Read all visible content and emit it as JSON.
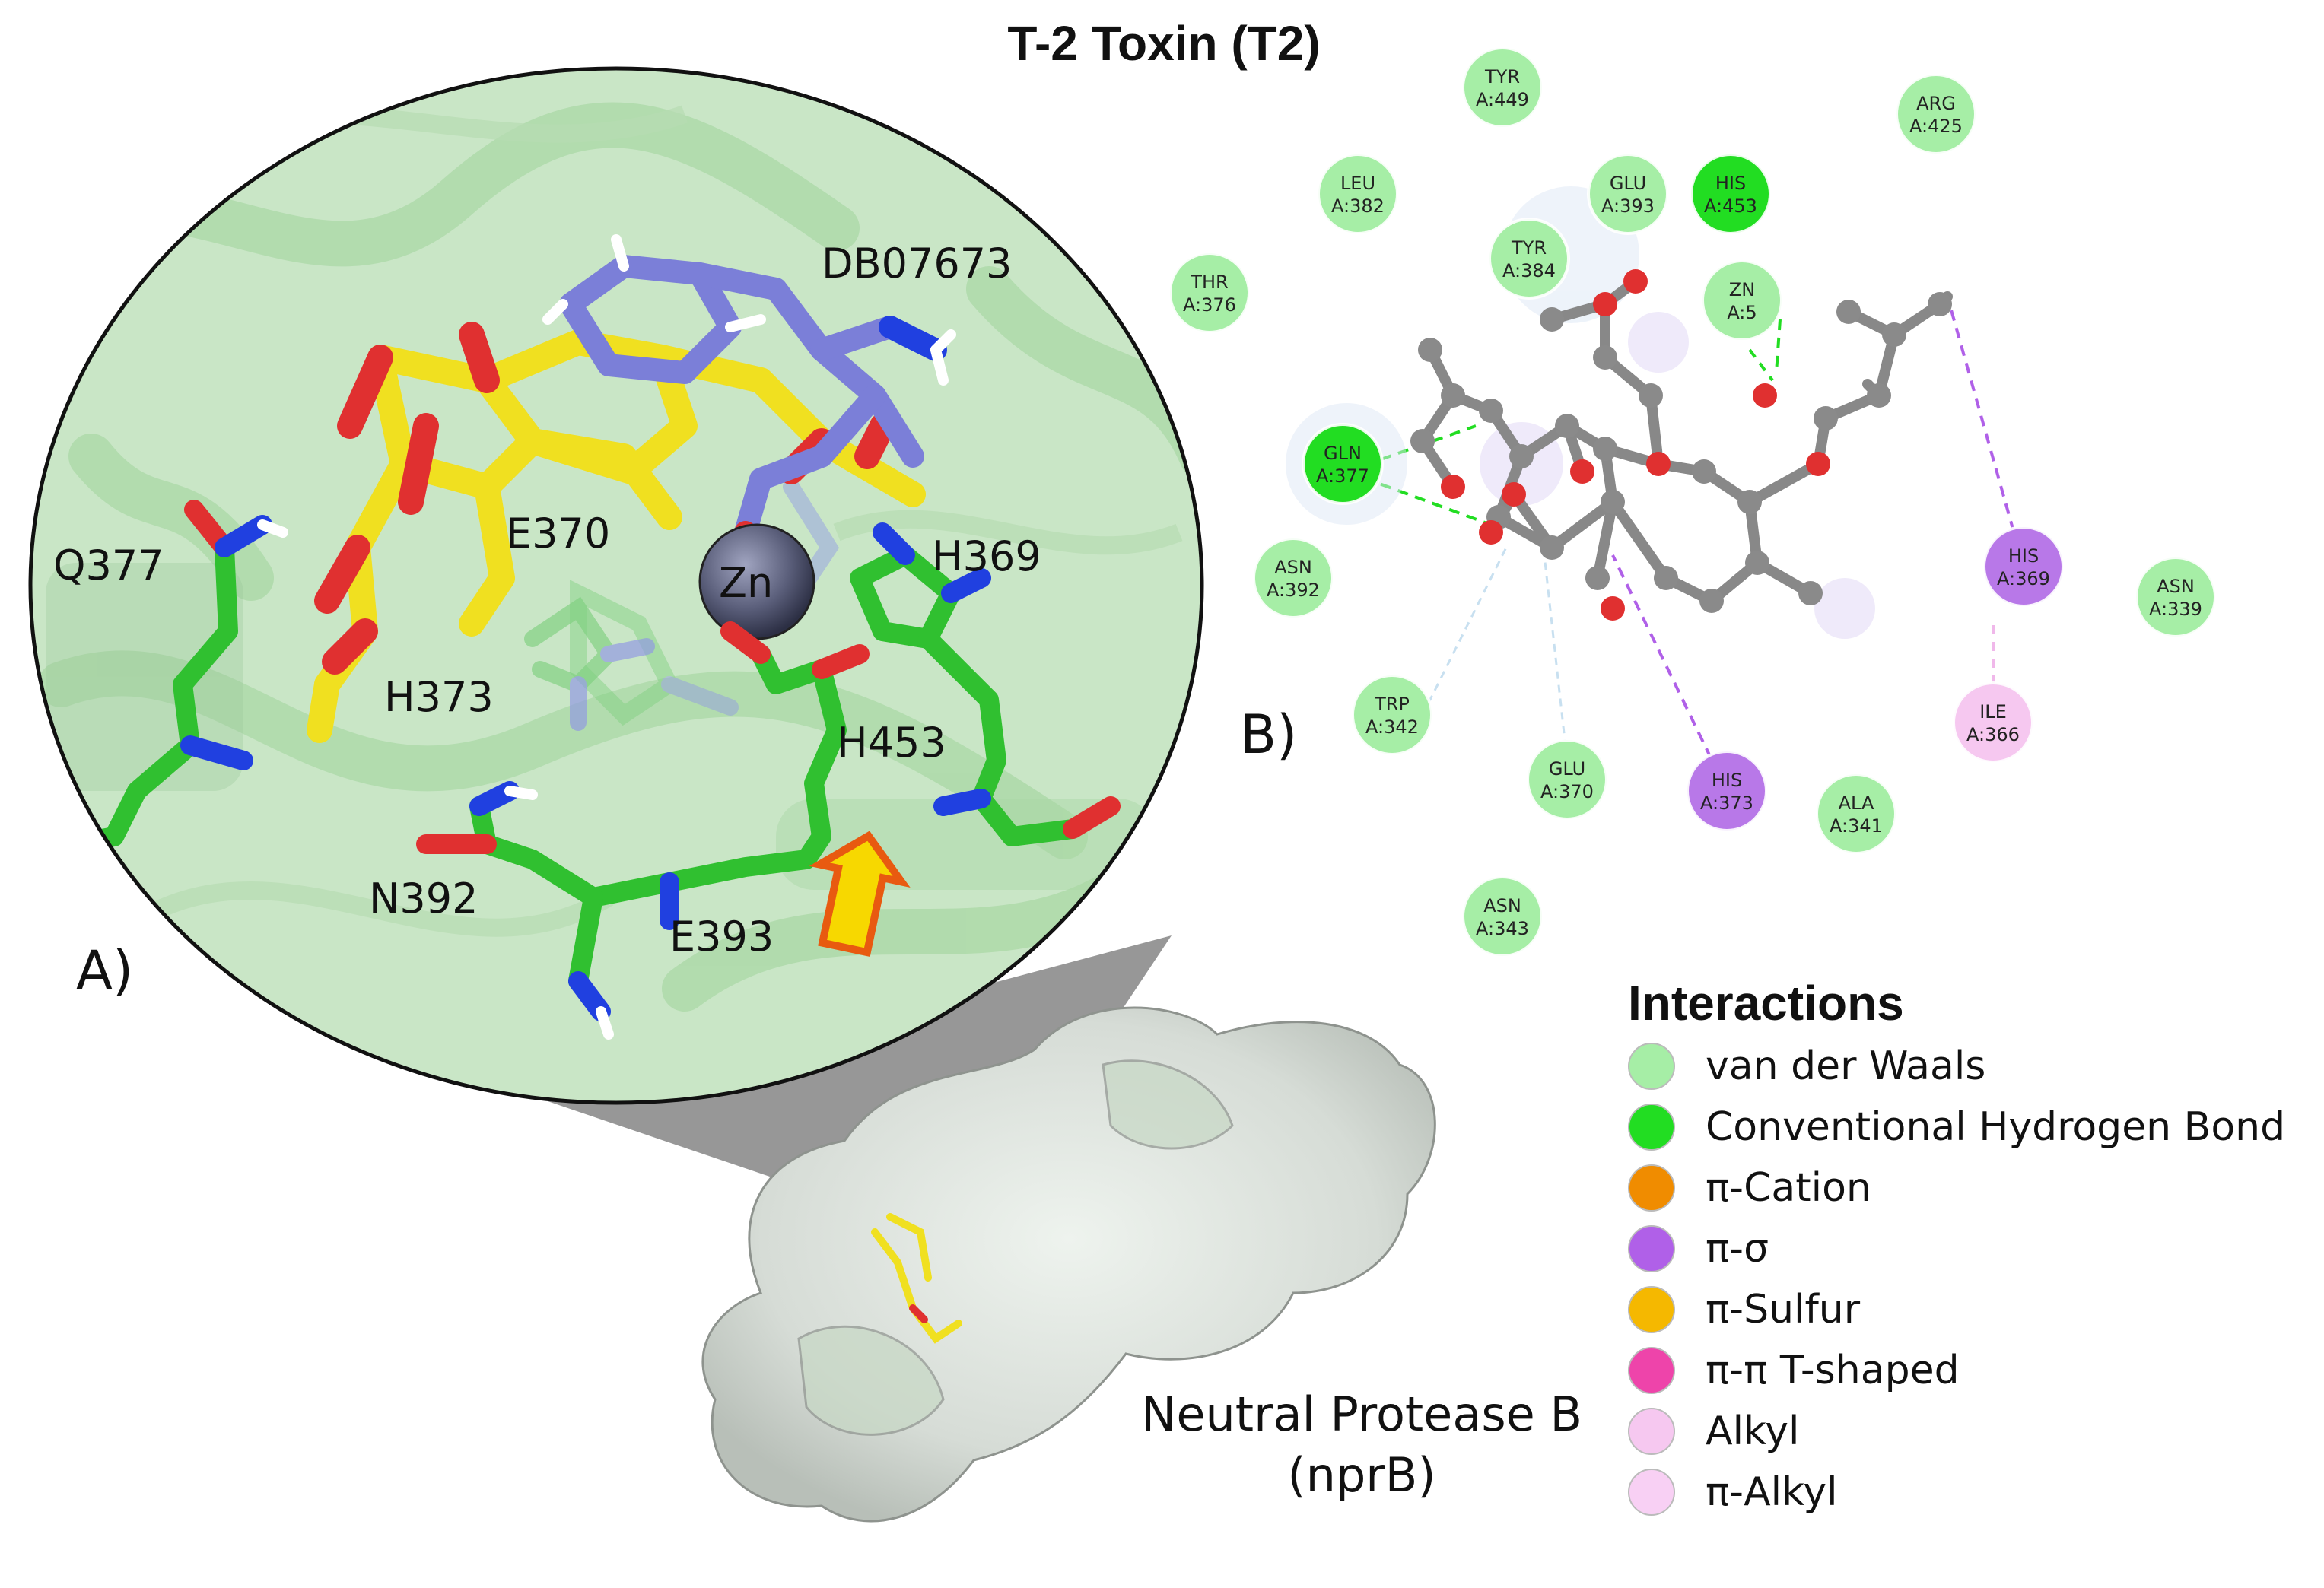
{
  "title": "T-2 Toxin (T2)",
  "panel_a": {
    "label": "A)",
    "ligand_label": "DB07673",
    "metal_label": "Zn",
    "residue_labels": [
      "Q377",
      "E370",
      "H369",
      "H373",
      "H453",
      "N392",
      "E393"
    ]
  },
  "panel_b": {
    "label": "B)",
    "residues": [
      {
        "name": "TYR",
        "id": "A:449",
        "type": "vdw"
      },
      {
        "name": "ARG",
        "id": "A:425",
        "type": "vdw"
      },
      {
        "name": "LEU",
        "id": "A:382",
        "type": "vdw"
      },
      {
        "name": "GLU",
        "id": "A:393",
        "type": "vdw"
      },
      {
        "name": "HIS",
        "id": "A:453",
        "type": "hbond"
      },
      {
        "name": "TYR",
        "id": "A:384",
        "type": "vdw"
      },
      {
        "name": "THR",
        "id": "A:376",
        "type": "vdw"
      },
      {
        "name": "ZN",
        "id": "A:5",
        "type": "vdw"
      },
      {
        "name": "GLN",
        "id": "A:377",
        "type": "hbond"
      },
      {
        "name": "ASN",
        "id": "A:392",
        "type": "vdw"
      },
      {
        "name": "HIS",
        "id": "A:369",
        "type": "pisigma"
      },
      {
        "name": "ASN",
        "id": "A:339",
        "type": "vdw"
      },
      {
        "name": "TRP",
        "id": "A:342",
        "type": "vdw"
      },
      {
        "name": "GLU",
        "id": "A:370",
        "type": "vdw"
      },
      {
        "name": "HIS",
        "id": "A:373",
        "type": "pisigma"
      },
      {
        "name": "ILE",
        "id": "A:366",
        "type": "alkyl"
      },
      {
        "name": "ALA",
        "id": "A:341",
        "type": "vdw"
      },
      {
        "name": "ASN",
        "id": "A:343",
        "type": "vdw"
      }
    ]
  },
  "legend": {
    "title": "Interactions",
    "items": [
      {
        "label": "van der Waals",
        "color": "#a6eea6"
      },
      {
        "label": "Conventional Hydrogen Bond",
        "color": "#22dd22"
      },
      {
        "label": "π-Cation",
        "color": "#f08c00"
      },
      {
        "label": "π-σ",
        "color": "#b060e8"
      },
      {
        "label": "π-Sulfur",
        "color": "#f5b800"
      },
      {
        "label": "π-π T-shaped",
        "color": "#ee44aa"
      },
      {
        "label": "Alkyl",
        "color": "#f6c8f0"
      },
      {
        "label": "π-Alkyl",
        "color": "#f8d0f4"
      }
    ]
  },
  "protein": {
    "name": "Neutral Protease B",
    "abbrev": "(nprB)"
  },
  "colors": {
    "vdw": "#a6eea6",
    "hbond": "#22dd22",
    "pisigma": "#b878e8",
    "alkyl": "#f6c8f0",
    "carbon_green": "#30c030",
    "ligand_yellow": "#f0e020",
    "ligand_blue": "#7b7fd8",
    "oxygen": "#e03030",
    "nitrogen": "#2040e0",
    "zinc": "#5a5e7a",
    "atom_grey": "#8a8a8a"
  }
}
